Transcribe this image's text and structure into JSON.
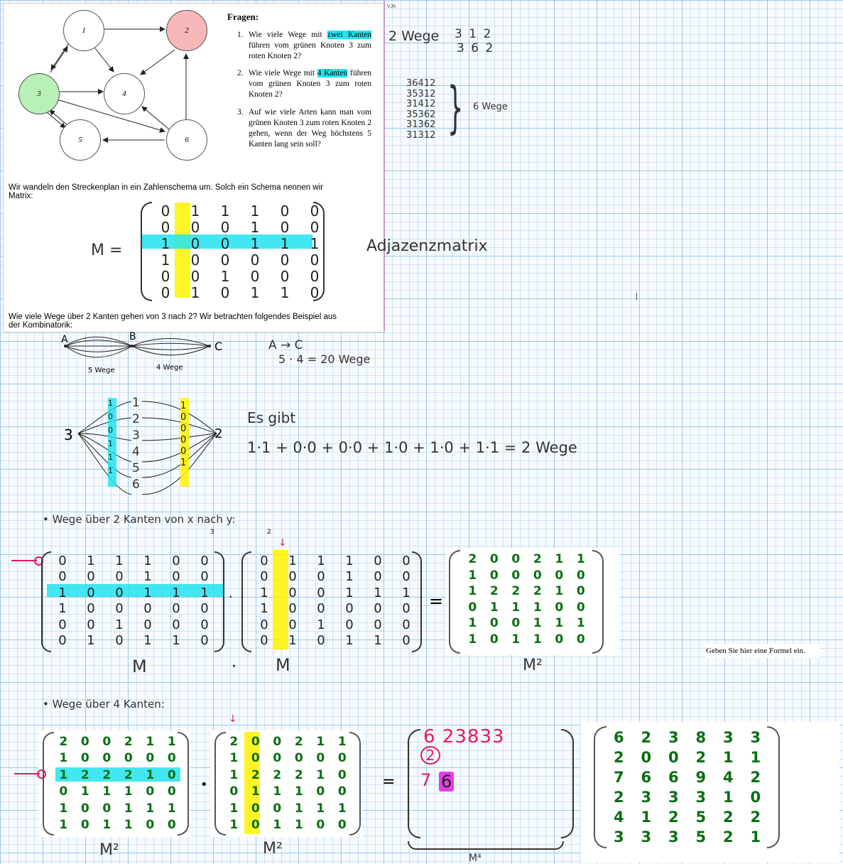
{
  "graph": {
    "nodes": [
      "1",
      "2",
      "3",
      "4",
      "5",
      "6"
    ],
    "green_node": "3",
    "red_node": "2"
  },
  "questions": {
    "title": "Fragen:",
    "items": [
      {
        "num": "1.",
        "pre": "Wie viele Wege mit ",
        "marked": "zwei Kanten",
        "post": " führen vom grünen Knoten 3 zum roten Knoten 2?"
      },
      {
        "num": "2.",
        "pre": "Wie viele Wege mit ",
        "marked": "4 Kanten",
        "post": " führen vom grünen Knoten 3 zum roten Knoten 2?"
      },
      {
        "num": "3.",
        "pre": "Auf wie viele Arten kann man vom grünen Knoten 3 zum roten Knoten 2 gehen, wenn der Weg höchstens 5 Kanten lang sein soll?",
        "marked": "",
        "post": ""
      }
    ]
  },
  "tag": "VJK",
  "answers": {
    "two_edges": "2 Wege",
    "paths2": [
      "3 1 2",
      "3 6 2"
    ],
    "paths4": [
      "36412",
      "35312",
      "31412",
      "35362",
      "31362",
      "31312"
    ],
    "four_edges": "6 Wege"
  },
  "intro_text": "Wir wandeln den Streckenplan in ein Zahlenschema um. Solch ein Schema nennen wir Matrix:",
  "matrix_label": "M =",
  "adjacency_label": "Adjazenzmatrix",
  "matrix_M": [
    [
      "0",
      "1",
      "1",
      "1",
      "0",
      "0"
    ],
    [
      "0",
      "0",
      "0",
      "1",
      "0",
      "0"
    ],
    [
      "1",
      "0",
      "0",
      "1",
      "1",
      "1"
    ],
    [
      "1",
      "0",
      "0",
      "0",
      "0",
      "0"
    ],
    [
      "0",
      "0",
      "1",
      "0",
      "0",
      "0"
    ],
    [
      "0",
      "1",
      "0",
      "1",
      "1",
      "0"
    ]
  ],
  "question2_text": "Wie viele Wege über 2 Kanten gehen von 3 nach 2? Wir betrachten folgendes Beispiel aus der Kombinatorik:",
  "combinatorics": {
    "A": "A",
    "B": "B",
    "C": "C",
    "left_count": "5 Wege",
    "right_count": "4 Wege",
    "line1": "A → C",
    "line2": "5 · 4 = 20 Wege"
  },
  "fan": {
    "start": "3",
    "end": "2",
    "mids": [
      "1",
      "2",
      "3",
      "4",
      "5",
      "6"
    ],
    "left_col": [
      "1",
      "0",
      "0",
      "1",
      "1",
      "1"
    ],
    "right_col": [
      "1",
      "0",
      "0",
      "0",
      "0",
      "1"
    ]
  },
  "es_gibt": {
    "line1": "Es gibt",
    "line2": "1·1 + 0·0 + 0·0 + 1·0 + 1·0 + 1·1 = 2 Wege"
  },
  "section_two": {
    "heading": "Wege über 2 Kanten von x nach y:",
    "x_sub": "3",
    "y_sub": "2",
    "label_left": "M",
    "label_dot": "·",
    "label_right": "M",
    "label_result": "M²"
  },
  "matrix_M2": [
    [
      "2",
      "0",
      "0",
      "2",
      "1",
      "1"
    ],
    [
      "1",
      "0",
      "0",
      "0",
      "0",
      "0"
    ],
    [
      "1",
      "2",
      "2",
      "2",
      "1",
      "0"
    ],
    [
      "0",
      "1",
      "1",
      "1",
      "0",
      "0"
    ],
    [
      "1",
      "0",
      "0",
      "1",
      "1",
      "1"
    ],
    [
      "1",
      "0",
      "1",
      "1",
      "0",
      "0"
    ]
  ],
  "formula_placeholder": "Geben Sie hier eine Formel ein.",
  "section_four": {
    "heading": "Wege über 4 Kanten:",
    "label_left": "M²",
    "label_right": "M²",
    "label_bottom": "M⁴",
    "equals": "="
  },
  "partial_result": {
    "row1": [
      "6",
      "2",
      "3",
      "8",
      "3",
      "3"
    ],
    "row2_first": "2",
    "row3_first": "7",
    "row3_second": "6"
  },
  "matrix_M4": [
    [
      "6",
      "2",
      "3",
      "8",
      "3",
      "3"
    ],
    [
      "2",
      "0",
      "0",
      "2",
      "1",
      "1"
    ],
    [
      "7",
      "6",
      "6",
      "9",
      "4",
      "2"
    ],
    [
      "2",
      "3",
      "3",
      "3",
      "1",
      "0"
    ],
    [
      "4",
      "1",
      "2",
      "5",
      "2",
      "2"
    ],
    [
      "3",
      "3",
      "3",
      "5",
      "2",
      "1"
    ]
  ],
  "colors": {
    "green_node": "#b8f0b8",
    "red_node": "#f6b8b8",
    "matrix_green": "#0a6e12",
    "highlight_cyan": "#22e3ee",
    "highlight_yellow": "#fff200",
    "pink": "#e8195a",
    "magenta": "#e040e0"
  }
}
